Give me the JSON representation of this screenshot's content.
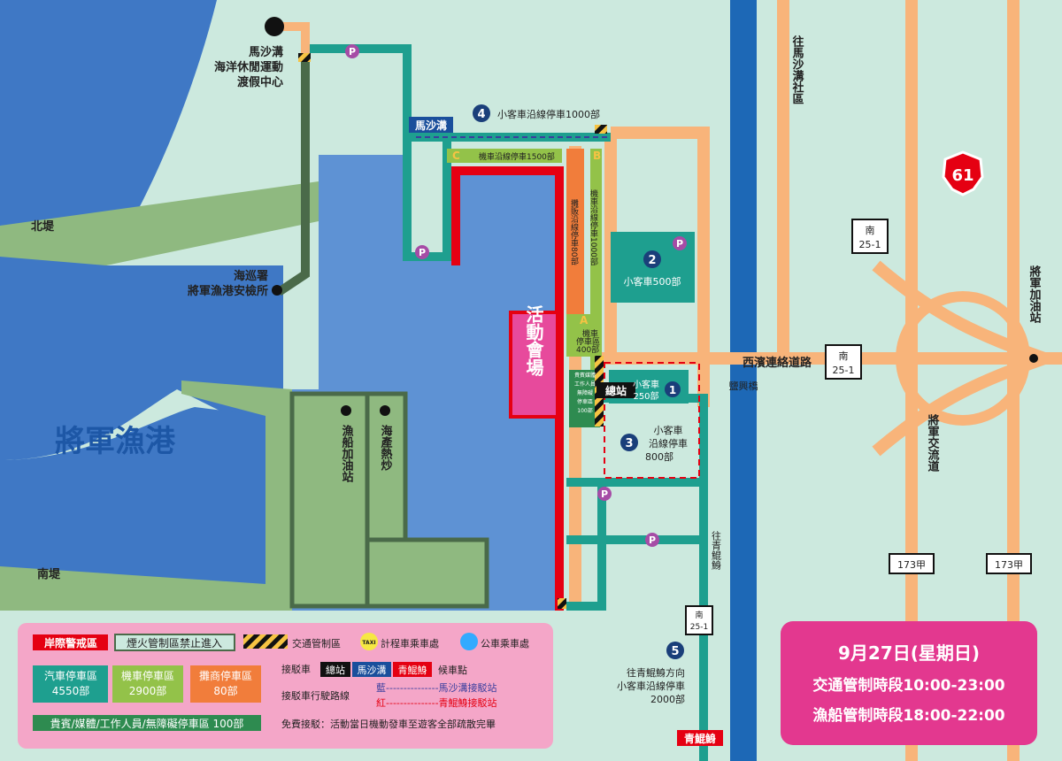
{
  "places": {
    "harbor": "將軍漁港",
    "venue": "活動會場",
    "masha_resort": [
      "馬沙溝",
      "海洋休閒運動",
      "渡假中心"
    ],
    "coast_guard": [
      "海巡署",
      "將軍漁港安檢所"
    ],
    "north_dike": "北堤",
    "south_dike": "南堤",
    "boat_fuel": "漁船加油站",
    "seafood": "海產熱炒",
    "xibin_road": "西濱連絡道路",
    "yanxing_bridge": "鹽興橋",
    "to_mashagou": "往馬沙溝社區",
    "to_qingkunshen": "往青鯤鯓",
    "car_fuel": "將軍加油站",
    "jiangjun_interchange": "將軍交流道",
    "hub_station": "總站",
    "masha_station": "馬沙溝",
    "qingkun_station": "青鯤鯓"
  },
  "road_signs": {
    "highway": "61",
    "nan251": [
      "南",
      "25-1"
    ],
    "r173a": "173甲",
    "nan251_small": [
      "南",
      "25-1"
    ]
  },
  "parking": {
    "p1": {
      "num": "1",
      "text": "小客車",
      "count": "250部"
    },
    "p2": {
      "num": "2",
      "text": "小客車500部"
    },
    "p3": {
      "num": "3",
      "text": [
        "小客車",
        "沿線停車",
        "800部"
      ]
    },
    "p4": {
      "num": "4",
      "text": "小客車沿線停車1000部"
    },
    "p5": {
      "num": "5",
      "text": [
        "往青鯤鯓方向",
        "小客車沿線停車",
        "2000部"
      ]
    },
    "pA": {
      "letter": "A",
      "text": [
        "機車",
        "停車區",
        "400部"
      ]
    },
    "pB": {
      "letter": "B",
      "text": "機車沿線停車1000部"
    },
    "pC": {
      "letter": "C",
      "text": "機車沿線停車1500部"
    },
    "vendor_line": "攤販沿線停車80部",
    "vip_area": [
      "貴賓媒體",
      "工作人員",
      "無障礙",
      "停車區",
      "100部"
    ],
    "p_symbol": "P"
  },
  "legend": {
    "shore_zone": "岸際警戒區",
    "fireworks_zone": "煙火管制區禁止進入",
    "traffic_zone": "交通管制區",
    "taxi_badge": "TAXI",
    "taxi": "計程車乘車處",
    "bus": "公車乘車處",
    "car_parking": [
      "汽車停車區",
      "4550部"
    ],
    "moto_parking": [
      "機車停車區",
      "2900部"
    ],
    "vendor_parking": [
      "攤商停車區",
      "80部"
    ],
    "vip_parking": "貴賓/媒體/工作人員/無障礙停車區  100部",
    "shuttle_label": "接駁車",
    "shuttle_stations": [
      "總站",
      "馬沙溝",
      "青鯤鯓"
    ],
    "shuttle_wait": "候車點",
    "route_label": "接駁車行駛路線",
    "route_blue": "藍---------------馬沙溝接駁站",
    "route_red": "紅---------------青鯤鯓接駁站",
    "free_shuttle": "免費接駁：活動當日機動發車至遊客全部疏散完畢"
  },
  "schedule": {
    "date": "9月27日(星期日)",
    "traffic": "交通管制時段10:00-23:00",
    "boats": "漁船管制時段18:00-22:00"
  },
  "colors": {
    "sea": "#3f78c5",
    "basin": "#5e92d4",
    "land": "#cce9de",
    "breakwater": "#8fb980",
    "dark_road": "#4a6a49",
    "teal": "#1e9f8f",
    "orange": "#f8b47a",
    "red": "#e50012",
    "venue_pink": "#e74a9c",
    "river": "#1d68b6",
    "legend_bg": "#f4a6c8",
    "schedule_bg": "#e3388f"
  }
}
